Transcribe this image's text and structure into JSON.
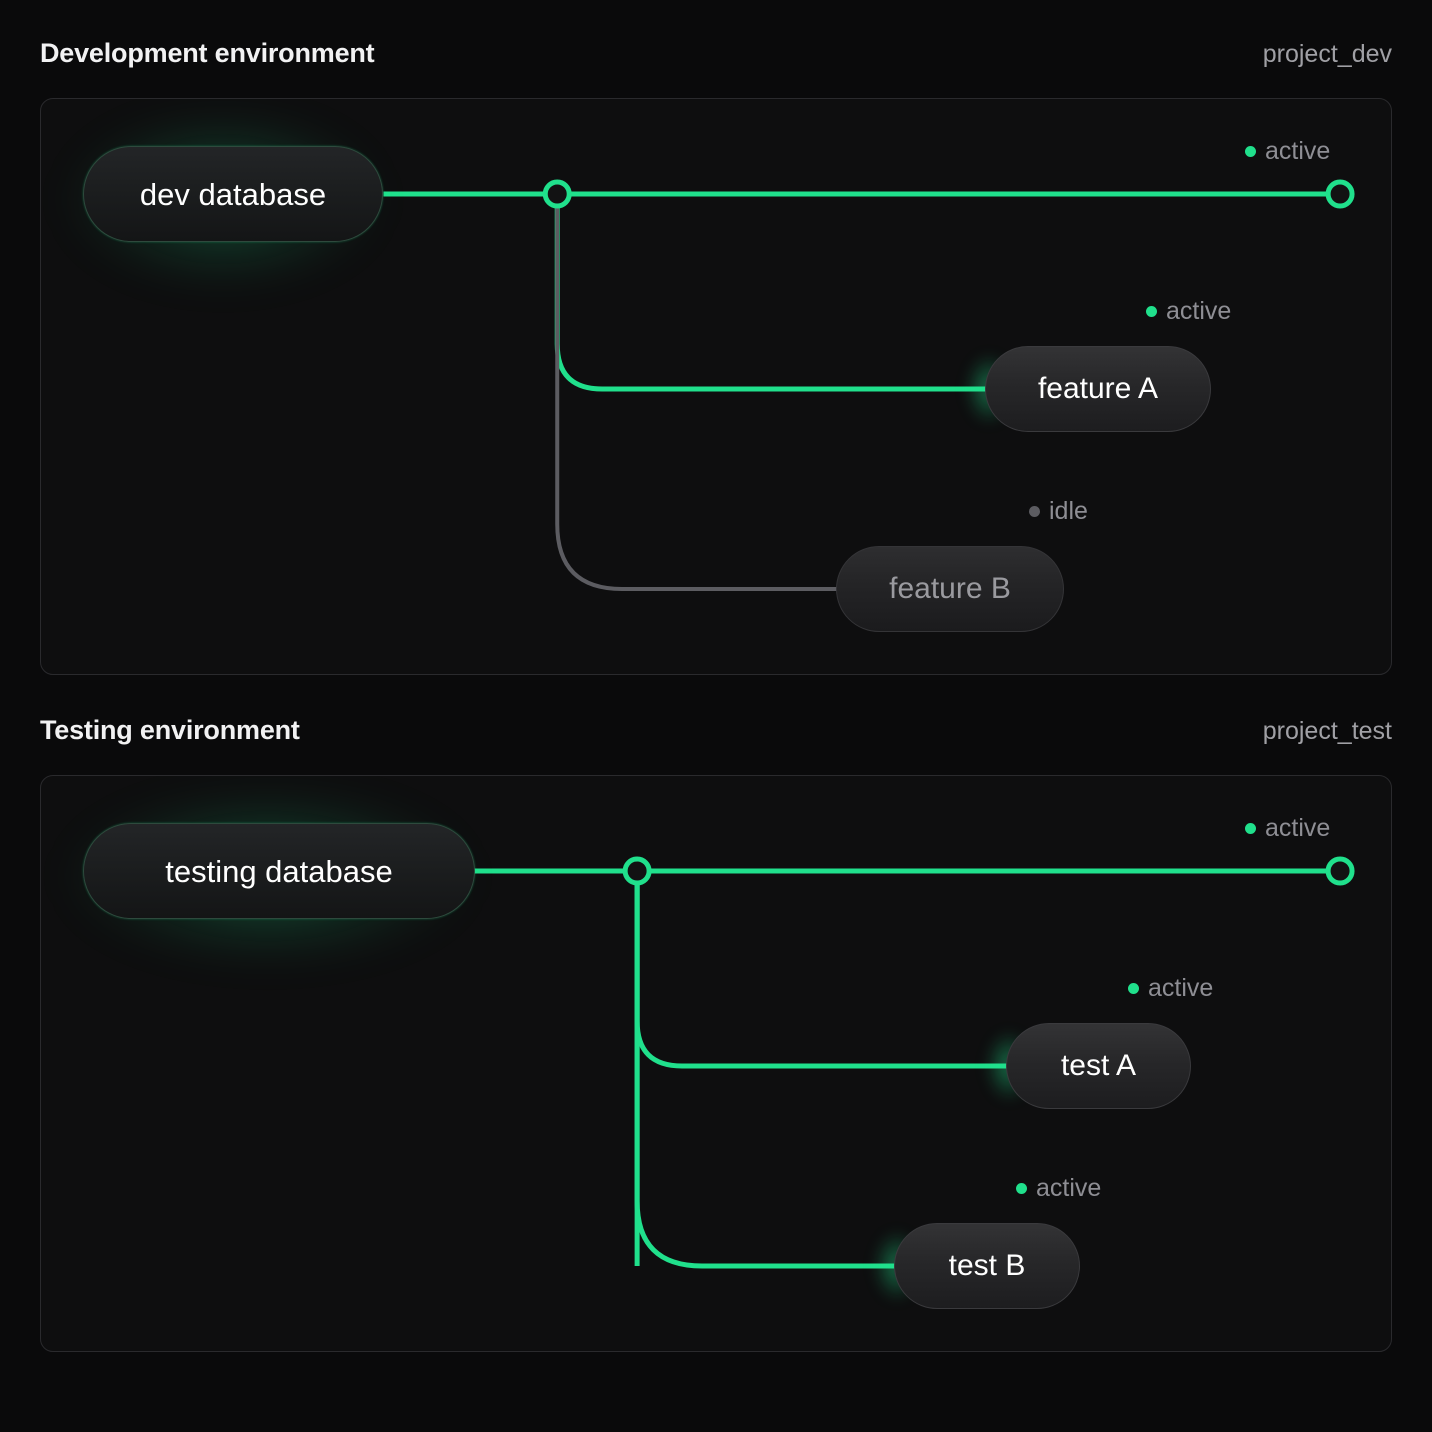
{
  "theme": {
    "background": "#0a0a0b",
    "card_background": "#0e0e0f",
    "card_border": "#2a2a2d",
    "accent_active": "#20e08c",
    "idle_gray": "#5c5c61",
    "text_primary": "#f2f2f3",
    "text_muted": "#8e8e94"
  },
  "sections": [
    {
      "title": "Development environment",
      "project": "project_dev",
      "database": {
        "label": "dev database",
        "status": "active"
      },
      "trunk_status": "active",
      "endpoint": {
        "status_label": "active",
        "status": "active"
      },
      "branches": [
        {
          "label": "feature A",
          "status": "active",
          "status_label": "active"
        },
        {
          "label": "feature B",
          "status": "idle",
          "status_label": "idle"
        }
      ]
    },
    {
      "title": "Testing environment",
      "project": "project_test",
      "database": {
        "label": "testing database",
        "status": "active"
      },
      "trunk_status": "active",
      "endpoint": {
        "status_label": "active",
        "status": "active"
      },
      "branches": [
        {
          "label": "test A",
          "status": "active",
          "status_label": "active"
        },
        {
          "label": "test B",
          "status": "active",
          "status_label": "active"
        }
      ]
    }
  ]
}
